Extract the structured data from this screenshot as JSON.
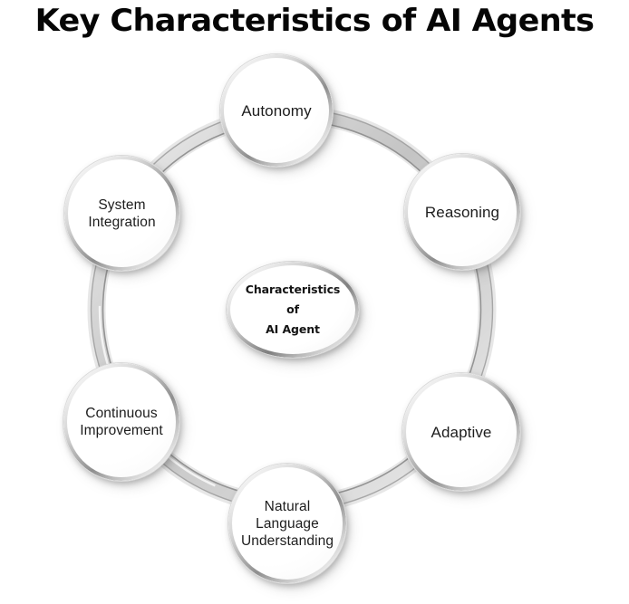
{
  "title": "Key Characteristics of AI Agents",
  "hub": {
    "lines": [
      "Characteristics",
      "of",
      "AI Agent"
    ],
    "line1": "Characteristics",
    "line2": "of",
    "line3": "AI Agent"
  },
  "ring": {
    "shape": "circle",
    "band_color": "#c9c9c9",
    "band_edge_color": "#8c8c8c",
    "node_count": 6
  },
  "colors": {
    "background": "#ffffff",
    "title_text": "#050505",
    "node_text": "#1d1d1d",
    "node_fill": "#ffffff",
    "rim_highlight": "#ffffff",
    "rim_shadow": "#8e8e8e"
  },
  "nodes": [
    {
      "id": "autonomy",
      "label": "Autonomy",
      "lines": [
        "Autonomy"
      ],
      "position": "top"
    },
    {
      "id": "reasoning",
      "label": "Reasoning",
      "lines": [
        "Reasoning"
      ],
      "position": "upper-right"
    },
    {
      "id": "adaptive",
      "label": "Adaptive",
      "lines": [
        "Adaptive"
      ],
      "position": "lower-right"
    },
    {
      "id": "natural-language-understanding",
      "label": "Natural Language Understanding",
      "lines": [
        "Natural",
        "Language",
        "Understanding"
      ],
      "position": "bottom"
    },
    {
      "id": "continuous-improvement",
      "label": "Continuous Improvement",
      "lines": [
        "Continuous",
        "Improvement"
      ],
      "position": "lower-left"
    },
    {
      "id": "system-integration",
      "label": "System Integration",
      "lines": [
        "System",
        "Integration"
      ],
      "position": "upper-left"
    }
  ]
}
